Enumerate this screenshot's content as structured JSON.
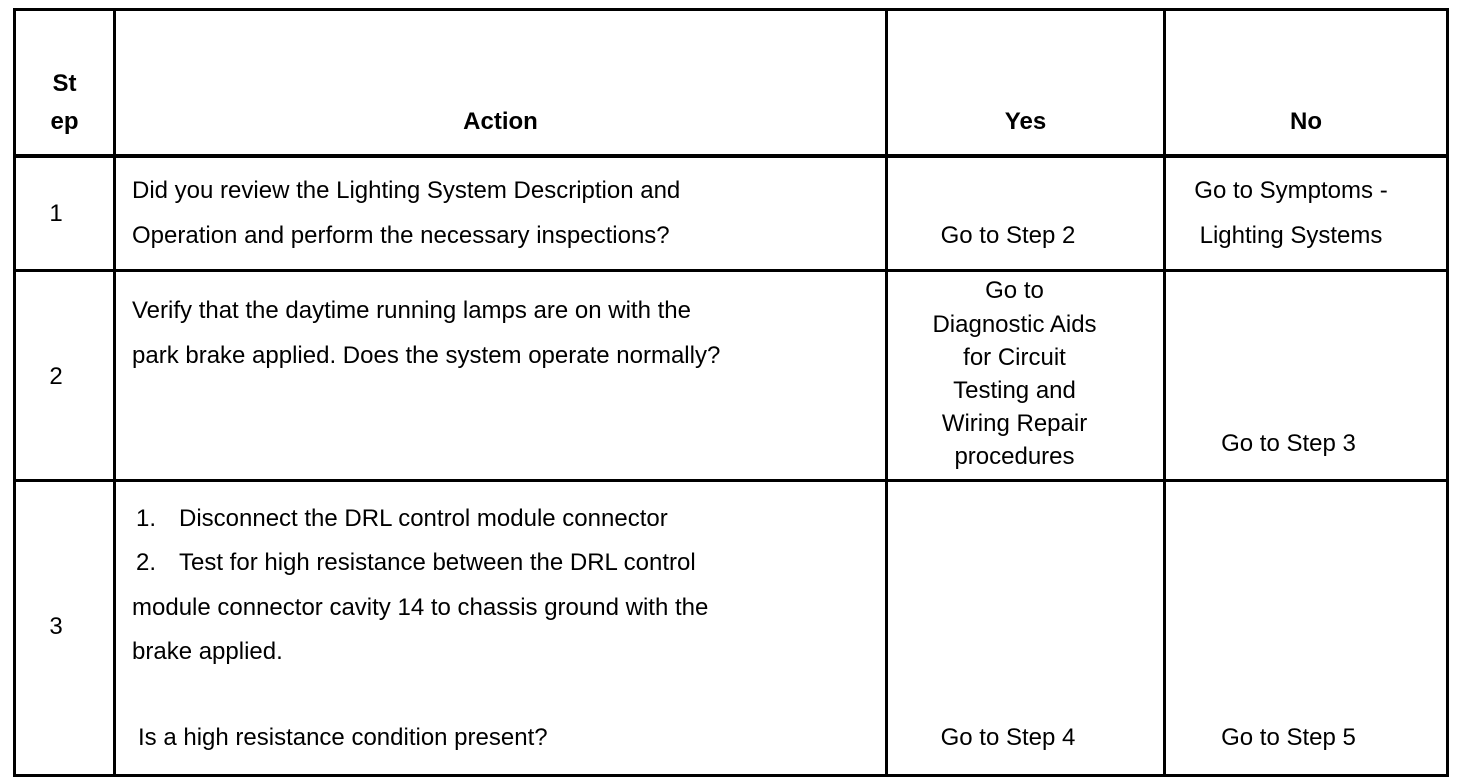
{
  "table": {
    "headers": {
      "step_line1": "St",
      "step_line2": "ep",
      "action": "Action",
      "yes": "Yes",
      "no": "No"
    },
    "rows": [
      {
        "step": "1",
        "action_lines": [
          "Did you review the Lighting System Description and",
          "Operation and perform the necessary inspections?"
        ],
        "yes": "Go to Step 2",
        "no_lines": [
          "Go to Symptoms -",
          "Lighting Systems"
        ]
      },
      {
        "step": "2",
        "action_lines": [
          "Verify that the daytime running lamps are on with the",
          "park brake applied. Does the system operate normally?"
        ],
        "yes_lines": [
          "Go to",
          "Diagnostic Aids",
          "for Circuit",
          "Testing and",
          "Wiring Repair",
          "procedures"
        ],
        "no": "Go to Step 3"
      },
      {
        "step": "3",
        "action_items": [
          {
            "num": "1.",
            "text": "Disconnect the DRL control module connector"
          },
          {
            "num": "2.",
            "text": "Test for high resistance between the DRL control"
          }
        ],
        "action_cont_lines": [
          "module connector cavity 14 to chassis ground with the",
          "brake applied."
        ],
        "action_question": "Is a high resistance condition present?",
        "yes": "Go to Step 4",
        "no": "Go to Step 5"
      }
    ]
  }
}
